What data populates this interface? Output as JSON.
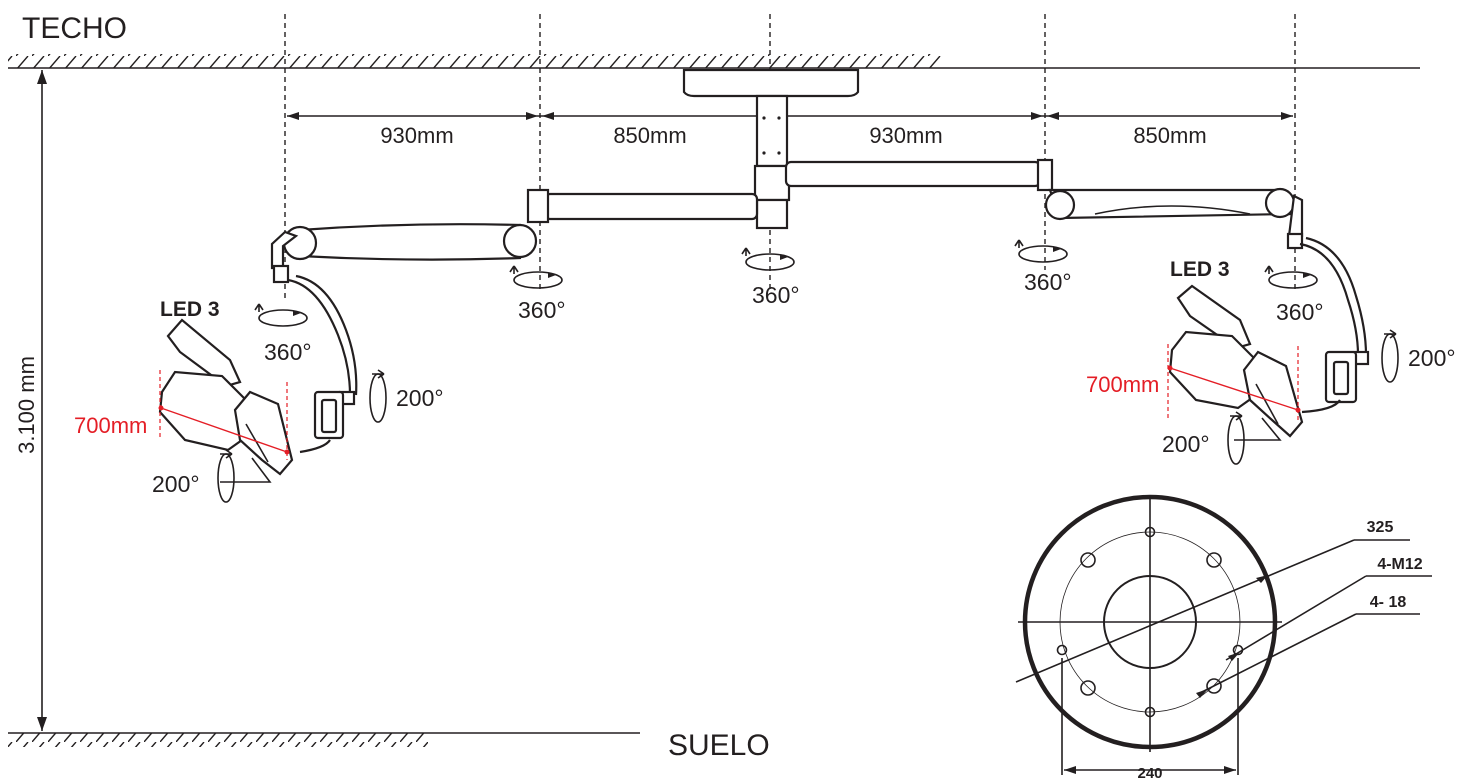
{
  "labels": {
    "ceiling": "TECHO",
    "floor": "SUELO",
    "height": "3.100 mm",
    "model_left": "LED 3",
    "model_right": "LED 3"
  },
  "dimensions": {
    "d1": "930mm",
    "d2": "850mm",
    "d3": "930mm",
    "d4": "850mm",
    "head_left": "700mm",
    "head_right": "700mm"
  },
  "rotations": {
    "left_joint": "360°",
    "left_arm_pivot": "360°",
    "center_column": "360°",
    "right_arm_pivot": "360°",
    "right_joint": "360°",
    "left_handle": "200°",
    "left_head": "200°",
    "right_handle": "200°",
    "right_head": "200°"
  },
  "flange": {
    "outer": "325",
    "bolts": "4-M12",
    "holes": "4- 18",
    "spacing": "240"
  }
}
